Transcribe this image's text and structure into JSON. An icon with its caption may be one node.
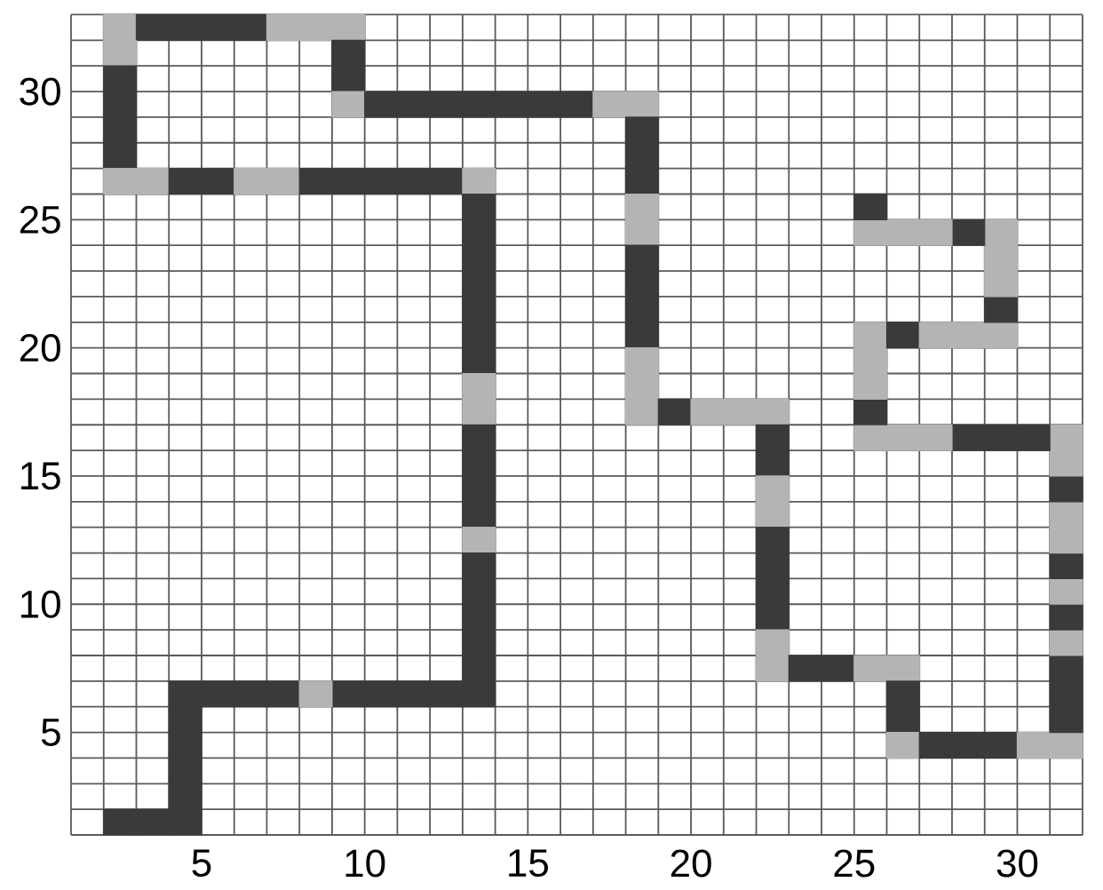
{
  "diagram": {
    "labels": [
      "30",
      "25",
      "20",
      "15",
      "10",
      "5",
      "5",
      "10",
      "15",
      "20",
      "25",
      "30"
    ]
  }
}
